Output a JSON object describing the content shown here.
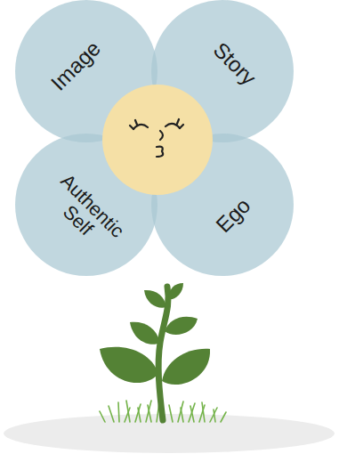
{
  "diagram": {
    "nodes": [
      {
        "text": [
          "Image"
        ]
      },
      {
        "text": [
          "Story"
        ]
      },
      {
        "text": [
          "Authentic Self"
        ]
      },
      {
        "text": [
          "Ego"
        ]
      }
    ]
  }
}
